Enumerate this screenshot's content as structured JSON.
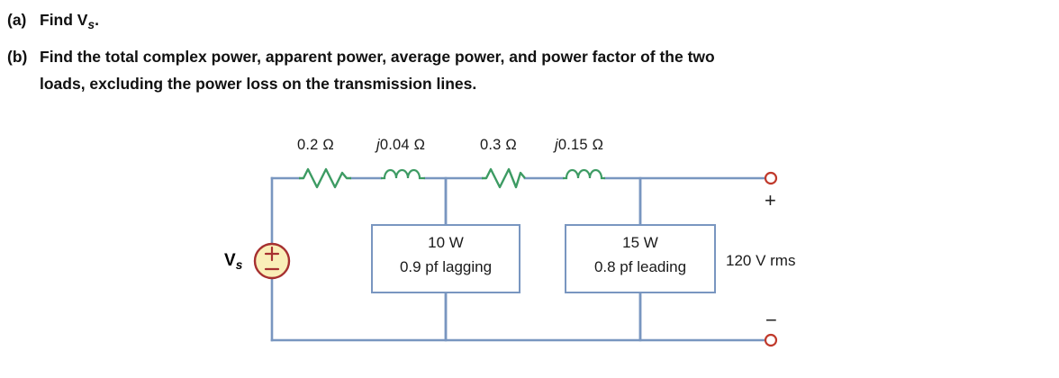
{
  "problem": {
    "items": [
      {
        "marker": "(a)",
        "text_prefix": "Find ",
        "symbol": "V",
        "symbol_sub": "s",
        "text_suffix": "."
      },
      {
        "marker": "(b)",
        "text": "Find the total complex power, apparent power, average power, and power factor of the two",
        "continuation": "loads, excluding the power loss on the transmission lines."
      }
    ]
  },
  "circuit": {
    "source": {
      "label": "V",
      "label_sub": "s",
      "plus": "+",
      "minus": "−",
      "fill_color": "#faeeb8",
      "stroke_color": "#a63030"
    },
    "line_impedances": [
      {
        "name": "r1",
        "label": "0.2 Ω",
        "type": "resistor"
      },
      {
        "name": "x1",
        "label_j": "j",
        "label_rest": "0.04 Ω",
        "type": "inductor"
      },
      {
        "name": "r2",
        "label": "0.3 Ω",
        "type": "resistor"
      },
      {
        "name": "x2",
        "label_j": "j",
        "label_rest": "0.15 Ω",
        "type": "inductor"
      }
    ],
    "loads": [
      {
        "power": "10 W",
        "pf": "0.9 pf lagging"
      },
      {
        "power": "15 W",
        "pf": "0.8 pf leading"
      }
    ],
    "output_terminals": {
      "plus": "+",
      "minus": "−",
      "voltage": "120 V rms",
      "terminal_color": "#c0392b"
    },
    "colors": {
      "wire": "#7996c0",
      "component": "#3d9b63"
    }
  }
}
